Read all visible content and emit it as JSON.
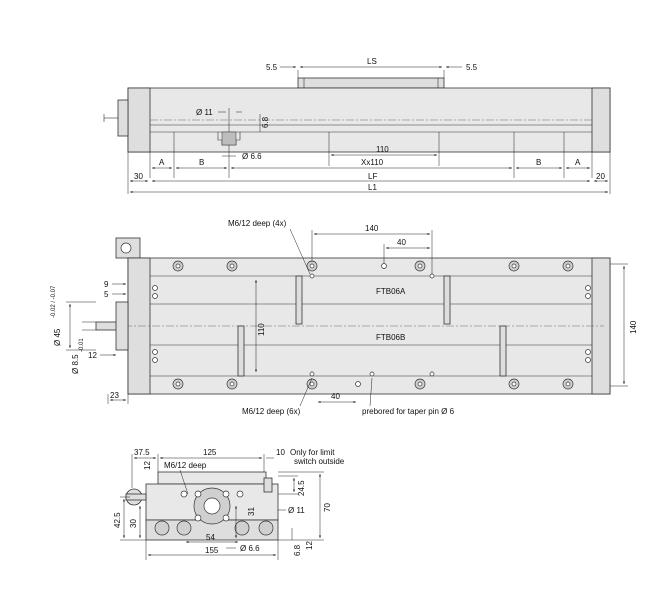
{
  "top_view": {
    "d_5_5_left": "5.5",
    "d_ls": "LS",
    "d_5_5_right": "5.5",
    "d_dia_11": "Ø 11",
    "d_6_8": "6.8",
    "d_dia_6_6": "Ø 6.6",
    "d_110": "110",
    "d_a_left": "A",
    "d_b_left": "B",
    "d_x110": "Xx110",
    "d_b_right": "B",
    "d_a_right": "A",
    "d_30": "30",
    "d_lf": "LF",
    "d_20": "20",
    "d_l1": "L1"
  },
  "plan_view": {
    "note_m6_4x": "M6/12 deep (4x)",
    "d_140": "140",
    "d_40_top": "40",
    "d_9": "9",
    "d_5": "5",
    "d_dia45_base": "Ø 45",
    "d_dia45_tol": "-0.02 / -0.07",
    "d_dia8_base": "Ø 8.5",
    "d_dia8_tol": "-0.01",
    "d_12": "12",
    "d_110_vert": "110",
    "label_a": "FTB06A",
    "label_b": "FTB06B",
    "d_140_right": "140",
    "d_23": "23",
    "note_m6_6x": "M6/12 deep (6x)",
    "d_40_bottom": "40",
    "note_prebored": "prebored for taper pin Ø 6"
  },
  "end_view": {
    "d_37_5": "37.5",
    "d_125": "125",
    "d_10": "10",
    "note_limit": "Only for limit\nswitch outside",
    "d_12_top": "12",
    "note_m6": "M6/12 deep",
    "d_24_5": "24.5",
    "d_42_5": "42.5",
    "d_30": "30",
    "d_31": "31",
    "d_dia_11": "Ø 11",
    "d_70": "70",
    "d_54": "54",
    "d_dia_6_6": "Ø 6.6",
    "d_155": "155",
    "d_6_8": "6.8",
    "d_12_bottom": "12"
  }
}
